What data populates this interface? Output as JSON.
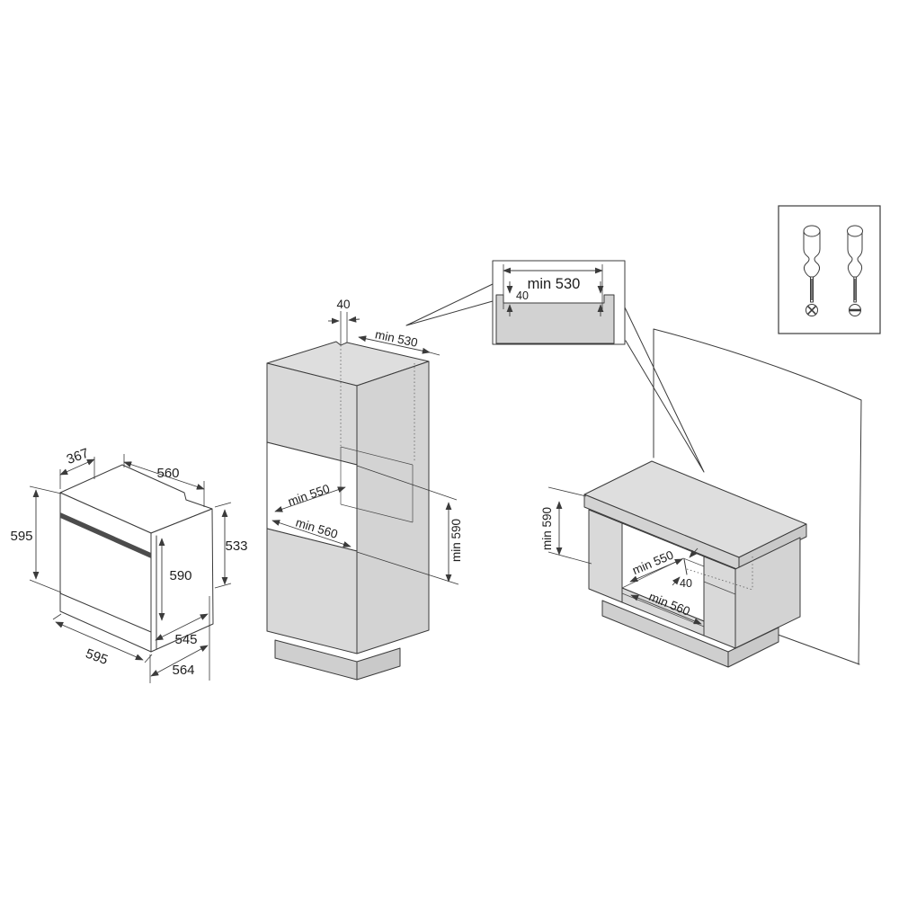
{
  "title": "built-in-oven-installation-dimensions-diagram",
  "colors": {
    "line": "#3b3b3b",
    "cabinet_gray": "#d9d9d9",
    "cabinet_gray_dark": "#c9c9c9",
    "worktop_gray": "#dedede",
    "inset_panel_gray": "#d2d2d2",
    "background": "#ffffff"
  },
  "oven": {
    "top_depth": "367",
    "top_width": "560",
    "front_height": "595",
    "body_height": "533",
    "door_height": "590",
    "upper_depth": "545",
    "bottom_width": "595",
    "overall_depth": "564"
  },
  "tall_cabinet": {
    "rear_gap": "40",
    "top_depth": "min 530",
    "niche_depth": "min 550",
    "niche_width": "min 560",
    "niche_height": "min 590"
  },
  "top_detail": {
    "cutout_width": "min 530",
    "cutout_depth": "40"
  },
  "base_cabinet": {
    "niche_height": "min 590",
    "niche_depth": "min 550",
    "rear_gap": "40",
    "niche_width": "min 560"
  },
  "tools": {
    "phillips_icon": "phillips-screwdriver",
    "flat_icon": "flat-screwdriver"
  }
}
